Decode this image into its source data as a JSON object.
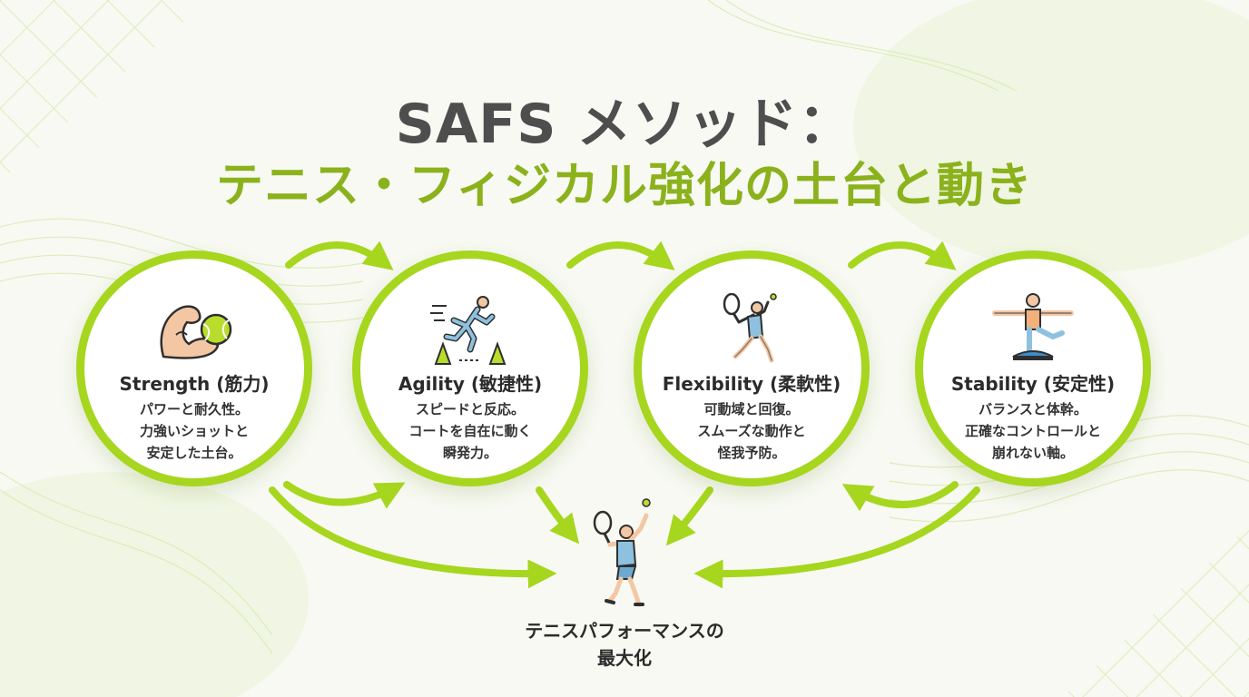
{
  "title": {
    "line1": "SAFS メソッド：",
    "line2": "テニス・フィジカル強化の土台と動き"
  },
  "nodes": [
    {
      "name": "Strength (筋力)",
      "desc": [
        "パワーと耐久性。",
        "力強いショットと",
        "安定した土台。"
      ],
      "icon": "flexed-arm-tennis-ball-icon"
    },
    {
      "name": "Agility (敏捷性)",
      "desc": [
        "スピードと反応。",
        "コートを自在に動く",
        "瞬発力。"
      ],
      "icon": "sprinter-cones-icon"
    },
    {
      "name": "Flexibility (柔軟性)",
      "desc": [
        "可動域と回復。",
        "スムーズな動作と",
        "怪我予防。"
      ],
      "icon": "tennis-stretch-player-icon"
    },
    {
      "name": "Stability (安定性)",
      "desc": [
        "バランスと体幹。",
        "正確なコントロールと",
        "崩れない軸。"
      ],
      "icon": "balance-board-person-icon"
    }
  ],
  "outcome": {
    "line1": "テニスパフォーマンスの",
    "line2": "最大化",
    "icon": "tennis-serve-player-icon"
  },
  "colors": {
    "accent": "#a6d61e",
    "title_green": "#8bb21c",
    "title_gray": "#4e4e4e",
    "text": "#2b2b2b"
  }
}
